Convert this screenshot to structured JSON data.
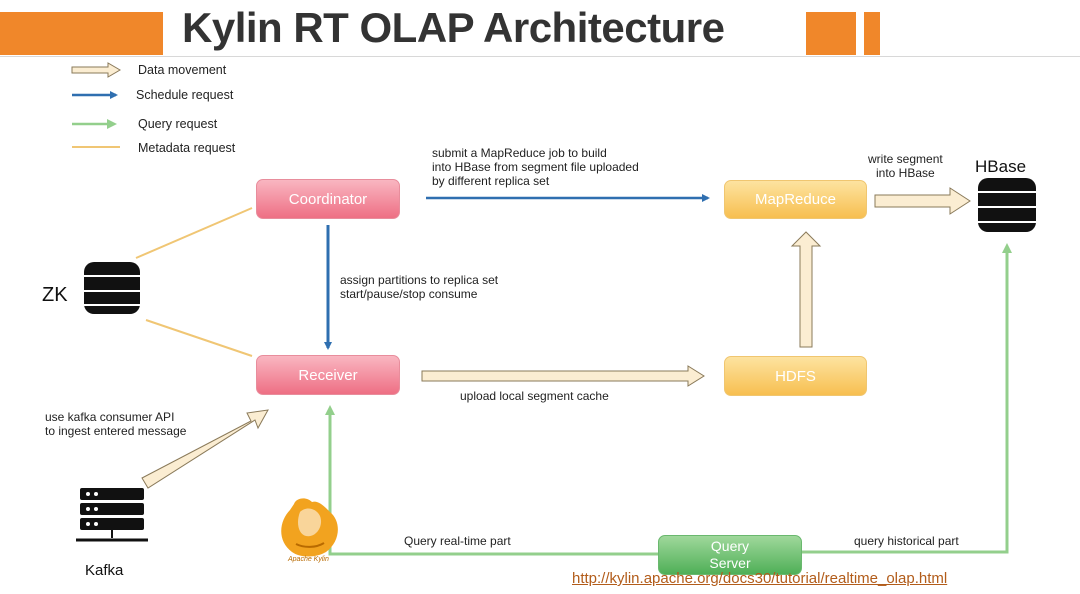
{
  "title": "Kylin RT OLAP Architecture",
  "legend": [
    {
      "label": "Data movement",
      "kind": "data"
    },
    {
      "label": "Schedule request",
      "kind": "schedule"
    },
    {
      "label": "Query request",
      "kind": "query"
    },
    {
      "label": "Metadata request",
      "kind": "metadata"
    }
  ],
  "components": {
    "coordinator": "Coordinator",
    "receiver": "Receiver",
    "mapreduce": "MapReduce",
    "hdfs": "HDFS",
    "query_server": "Query\nServer",
    "hbase": "HBase",
    "zk": "ZK",
    "kafka": "Kafka"
  },
  "labels": {
    "submit_job": "submit a MapReduce job to build\ninto HBase from segment file uploaded\nby different replica set",
    "write_segment": "write segment\ninto HBase",
    "assign_partitions": "assign partitions to replica set\nstart/pause/stop consume",
    "upload_cache": "upload local segment cache",
    "kafka_api": "use kafka consumer API\nto ingest entered message",
    "query_realtime": "Query real-time part",
    "query_historical": "query historical part"
  },
  "logo_text": "Apache Kylin",
  "url": "http://kylin.apache.org/docs30/tutorial/realtime_olap.html",
  "colors": {
    "accent_orange": "#f0872a",
    "schedule_blue": "#2f6fb0",
    "query_green": "#93cf8c",
    "metadata_yellow": "#f0c674",
    "data_arrow_fill": "#fbedd2",
    "data_arrow_stroke": "#8a7a5a"
  }
}
